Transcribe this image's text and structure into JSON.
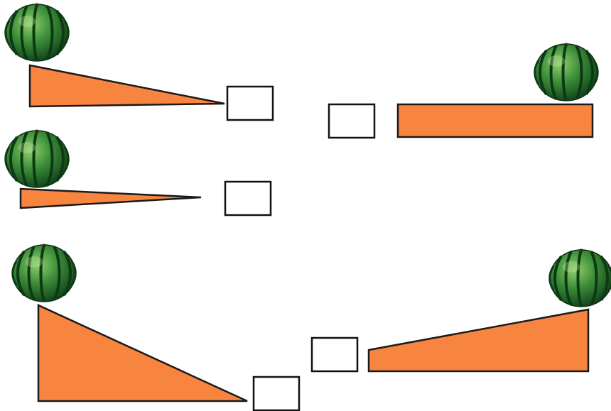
{
  "colors": {
    "ramp_fill": "#F7843F",
    "outline": "#1a1a1a",
    "watermelon_dark": "#0f4a1c",
    "watermelon_light": "#7fc25a",
    "background": "#ffffff"
  },
  "icons": {
    "fruit": "watermelon-icon",
    "answer_box": "blank-answer-box"
  },
  "ramps": [
    {
      "id": "ramp-1",
      "shape": "triangle-shallow",
      "has_watermelon": true
    },
    {
      "id": "ramp-2",
      "shape": "rectangle-flat",
      "has_watermelon": true
    },
    {
      "id": "ramp-3",
      "shape": "triangle-very-shallow",
      "has_watermelon": true
    },
    {
      "id": "ramp-4",
      "shape": "triangle-steep",
      "has_watermelon": true
    },
    {
      "id": "ramp-5",
      "shape": "trapezoid-incline",
      "has_watermelon": true
    }
  ],
  "answer_boxes": [
    {
      "id": "box-1",
      "value": ""
    },
    {
      "id": "box-2",
      "value": ""
    },
    {
      "id": "box-3",
      "value": ""
    },
    {
      "id": "box-4",
      "value": ""
    },
    {
      "id": "box-5",
      "value": ""
    }
  ]
}
